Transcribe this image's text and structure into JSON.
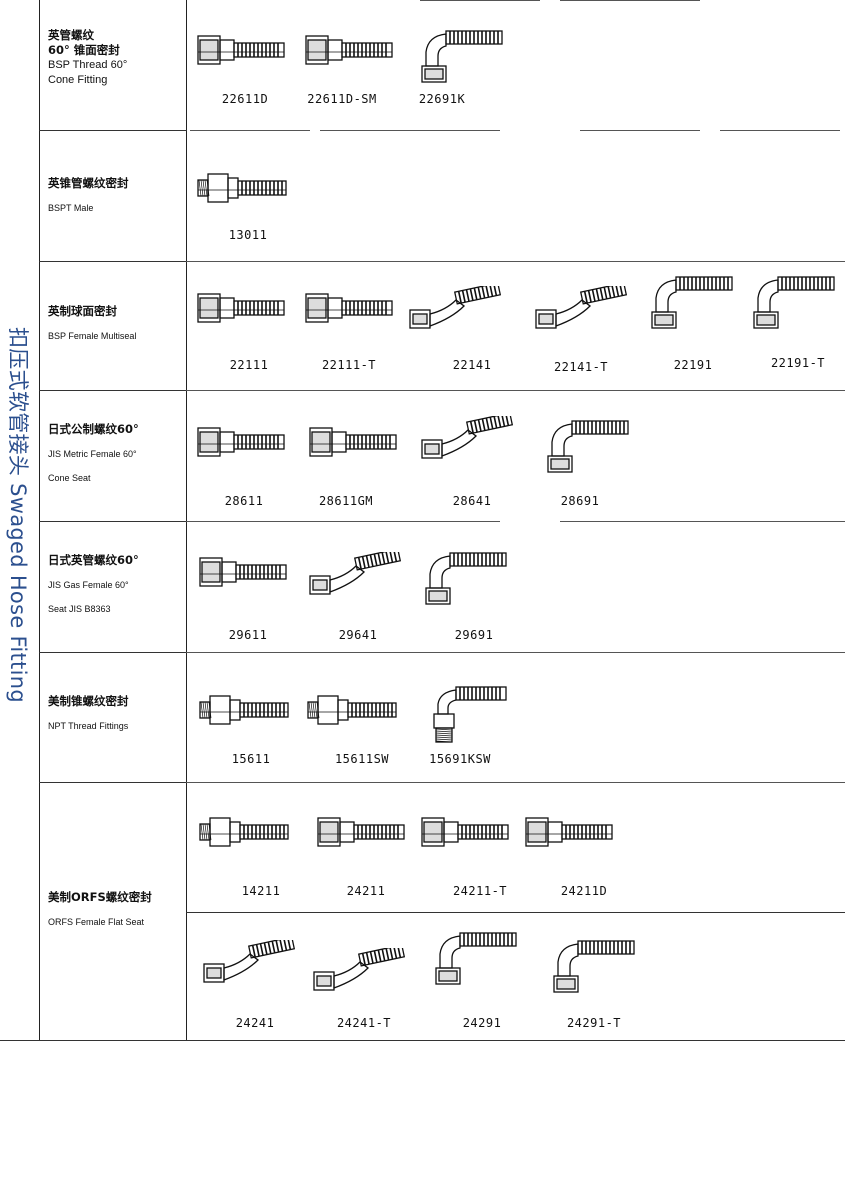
{
  "side_title": "扣压式软管接头 Swaged Hose Fitting",
  "rows": [
    {
      "label_lines": [
        {
          "text": "英管螺纹",
          "kind": "zh"
        },
        {
          "text": "60° 锥面密封",
          "kind": "zh"
        },
        {
          "text": "BSP Thread 60°",
          "kind": "en-big"
        },
        {
          "text": "Cone Fitting",
          "kind": "en-big"
        }
      ],
      "items": [
        {
          "code": "22611D",
          "icon": "straight-female-fitting-icon"
        },
        {
          "code": "22611D-SM",
          "icon": "straight-female-fitting-icon"
        },
        {
          "code": "22691K",
          "icon": "elbow-90-fitting-icon"
        }
      ]
    },
    {
      "label_lines": [
        {
          "text": "英锥管螺纹密封",
          "kind": "zh"
        },
        {
          "text": "BSPT Male",
          "kind": "en"
        }
      ],
      "items": [
        {
          "code": "13011",
          "icon": "straight-male-fitting-icon"
        }
      ]
    },
    {
      "label_lines": [
        {
          "text": "英制球面密封",
          "kind": "zh"
        },
        {
          "text": "BSP Female Multiseal",
          "kind": "en"
        }
      ],
      "items": [
        {
          "code": "22111",
          "icon": "straight-female-fitting-icon"
        },
        {
          "code": "22111-T",
          "icon": "straight-female-fitting-icon"
        },
        {
          "code": "22141",
          "icon": "elbow-45-fitting-icon"
        },
        {
          "code": "22141-T",
          "icon": "elbow-45-fitting-icon"
        },
        {
          "code": "22191",
          "icon": "elbow-90-fitting-icon"
        },
        {
          "code": "22191-T",
          "icon": "elbow-90-fitting-icon"
        }
      ]
    },
    {
      "label_lines": [
        {
          "text": "日式公制螺纹60°",
          "kind": "zh"
        },
        {
          "text": "JIS Metric Female 60°",
          "kind": "en"
        },
        {
          "text": "Cone Seat",
          "kind": "en"
        }
      ],
      "items": [
        {
          "code": "28611",
          "icon": "straight-female-fitting-icon"
        },
        {
          "code": "28611GM",
          "icon": "straight-female-fitting-icon"
        },
        {
          "code": "28641",
          "icon": "elbow-45-fitting-icon"
        },
        {
          "code": "28691",
          "icon": "elbow-90-fitting-icon"
        }
      ]
    },
    {
      "label_lines": [
        {
          "text": "日式英管螺纹60°",
          "kind": "zh"
        },
        {
          "text": "JIS Gas Female 60°",
          "kind": "en"
        },
        {
          "text": "Seat JIS B8363",
          "kind": "en"
        }
      ],
      "items": [
        {
          "code": "29611",
          "icon": "straight-female-fitting-icon"
        },
        {
          "code": "29641",
          "icon": "elbow-45-fitting-icon"
        },
        {
          "code": "29691",
          "icon": "elbow-90-fitting-icon"
        }
      ]
    },
    {
      "label_lines": [
        {
          "text": "美制锥螺纹密封",
          "kind": "zh"
        },
        {
          "text": "NPT Thread Fittings",
          "kind": "en"
        }
      ],
      "items": [
        {
          "code": "15611",
          "icon": "straight-male-fitting-icon"
        },
        {
          "code": "15611SW",
          "icon": "straight-male-fitting-icon"
        },
        {
          "code": "15691KSW",
          "icon": "elbow-90-male-fitting-icon"
        }
      ]
    },
    {
      "label_lines": [
        {
          "text": "美制ORFS螺纹密封",
          "kind": "zh"
        },
        {
          "text": "ORFS Female Flat Seat",
          "kind": "en"
        }
      ],
      "items": [
        {
          "code": "14211",
          "icon": "straight-male-fitting-icon"
        },
        {
          "code": "24211",
          "icon": "straight-female-fitting-icon"
        },
        {
          "code": "24211-T",
          "icon": "straight-female-fitting-icon"
        },
        {
          "code": "24211D",
          "icon": "straight-female-fitting-icon"
        },
        {
          "code": "24241",
          "icon": "elbow-45-fitting-icon"
        },
        {
          "code": "24241-T",
          "icon": "elbow-45-fitting-icon"
        },
        {
          "code": "24291",
          "icon": "elbow-90-fitting-icon"
        },
        {
          "code": "24291-T",
          "icon": "elbow-90-fitting-icon"
        }
      ]
    }
  ]
}
